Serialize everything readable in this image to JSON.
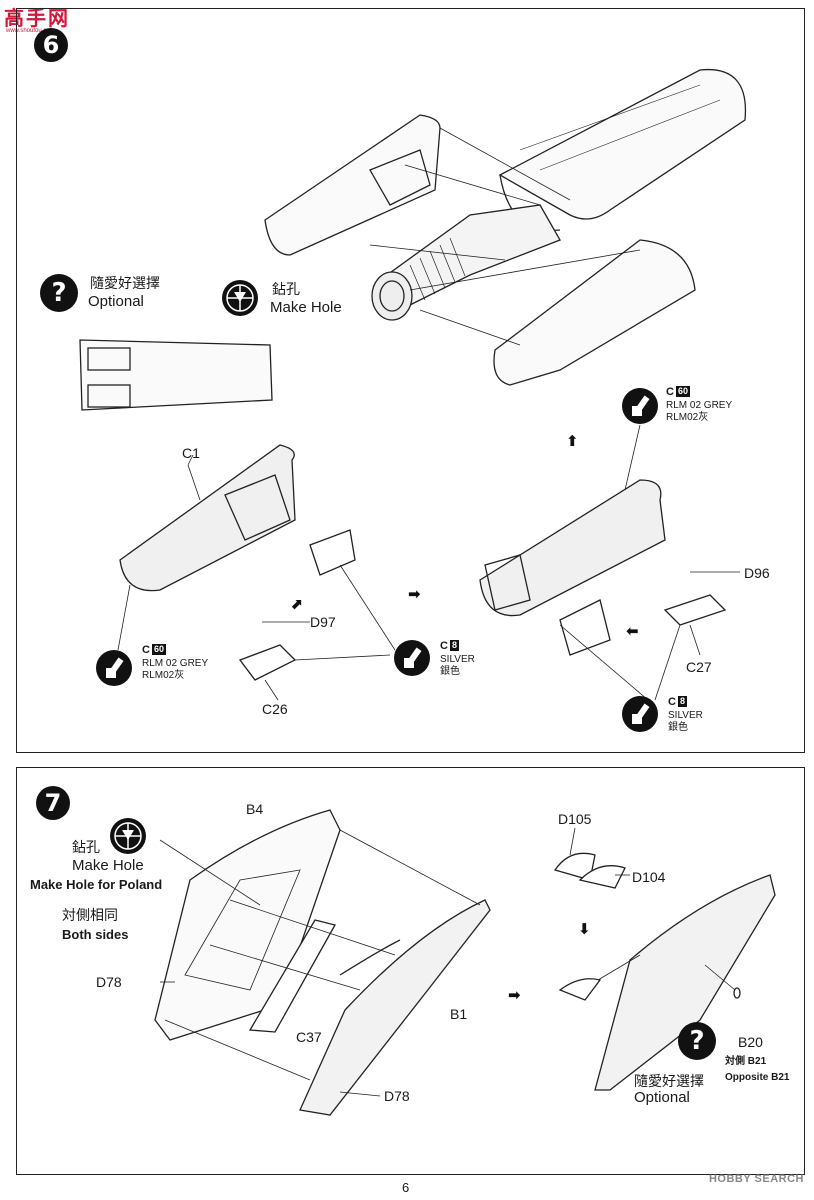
{
  "watermark": {
    "top_logo": "高手网",
    "top_sub": "www.shoutou.com"
  },
  "step6": {
    "number": "6",
    "optional": {
      "zh": "隨愛好選擇",
      "en": "Optional"
    },
    "make_hole": {
      "zh": "鉆孔",
      "en": "Make Hole"
    },
    "parts": {
      "c1": "C1",
      "d97": "D97",
      "c26": "C26",
      "d96": "D96",
      "c27": "C27"
    },
    "paint_rlm02_left": {
      "code": "C",
      "num": "60",
      "name": "RLM 02 GREY",
      "zh": "RLM02灰"
    },
    "paint_silver_left": {
      "code": "C",
      "num": "8",
      "name": "SILVER",
      "zh": "銀色"
    },
    "paint_rlm02_right": {
      "code": "C",
      "num": "60",
      "name": "RLM 02 GREY",
      "zh": "RLM02灰"
    },
    "paint_silver_right": {
      "code": "C",
      "num": "8",
      "name": "SILVER",
      "zh": "銀色"
    }
  },
  "step7": {
    "number": "7",
    "make_hole": {
      "zh": "鉆孔",
      "en": "Make Hole",
      "note": "Make Hole for Poland"
    },
    "both_sides": {
      "zh": "対側相同",
      "en": "Both sides"
    },
    "parts": {
      "b4": "B4",
      "d78a": "D78",
      "c37": "C37",
      "b1": "B1",
      "d78b": "D78",
      "d105": "D105",
      "d104": "D104",
      "b20": "B20"
    },
    "opposite": {
      "zh": "対側",
      "en": "Opposite B21",
      "part": "B21"
    },
    "optional": {
      "zh": "隨愛好選擇",
      "en": "Optional"
    }
  },
  "footer": {
    "page": "6",
    "logo": "HOBBY SEARCH"
  },
  "colors": {
    "ink": "#111111",
    "watermark": "#d3173b"
  }
}
